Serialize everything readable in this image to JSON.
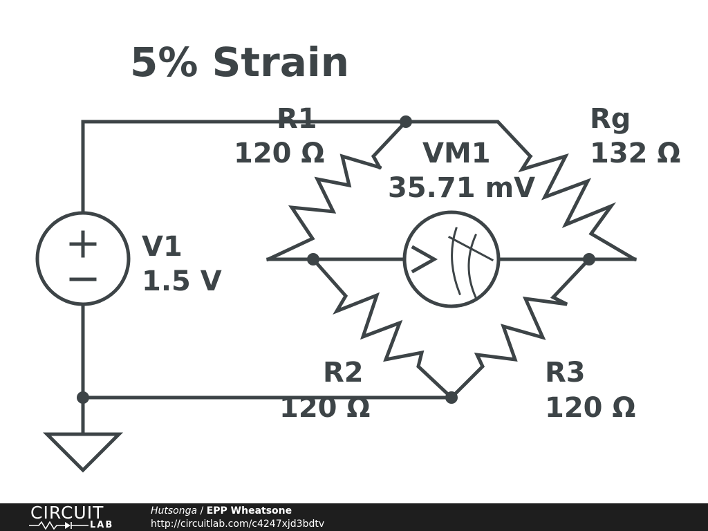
{
  "diagram": {
    "title": "5% Strain",
    "components": {
      "R1": {
        "name": "R1",
        "value": "120 Ω"
      },
      "Rg": {
        "name": "Rg",
        "value": "132 Ω"
      },
      "R2": {
        "name": "R2",
        "value": "120 Ω"
      },
      "R3": {
        "name": "R3",
        "value": "120 Ω"
      },
      "V1": {
        "name": "V1",
        "value": "1.5 V"
      },
      "VM1": {
        "name": "VM1",
        "value": "35.71 mV"
      }
    }
  },
  "footer": {
    "logo_top": "CIRCUIT",
    "logo_bottom": "LAB",
    "author": "Hutsonga",
    "separator": " / ",
    "circuit_title": "EPP Wheatsone",
    "url": "http://circuitlab.com/c4247xjd3bdtv"
  },
  "colors": {
    "ink": "#3d4447",
    "footer_bg": "#1e1e1e"
  }
}
